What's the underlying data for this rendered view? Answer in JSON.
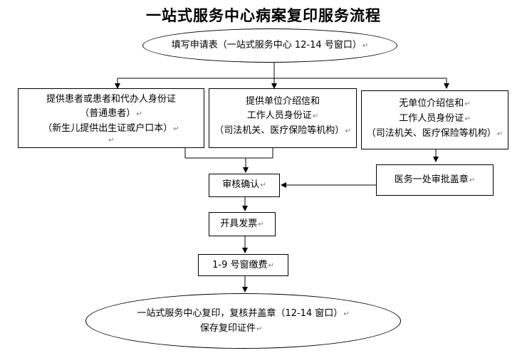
{
  "title": "一站式服务中心病案复印服务流程",
  "start": "填写申请表（一站式服务中心 12-14 号窗口）",
  "branch_left": [
    "提供患者或患者和代办人身份证",
    "（普通患者）",
    "（新生儿提供出生证或户口本）"
  ],
  "branch_middle": [
    "提供单位介绍信和",
    "工作人员身份证",
    "（司法机关、医疗保险等机构）"
  ],
  "branch_right": [
    "无单位介绍信和",
    "工作人员身份证",
    "（司法机关、医疗保险等机构）"
  ],
  "approval": "医务一处审批盖章",
  "verify": "审核确认",
  "invoice": "开具发票",
  "payment": "1-9 号窗缴费",
  "end": [
    "一站式服务中心复印，复核并盖章（12-14 窗口）",
    "保存复印证件"
  ],
  "para_mark": "↵"
}
